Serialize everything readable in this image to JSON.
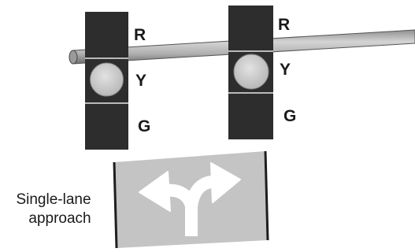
{
  "signals": [
    {
      "name": "left-signal-head",
      "lamps": [
        {
          "letter": "R",
          "lit": false
        },
        {
          "letter": "Y",
          "lit": true
        },
        {
          "letter": "G",
          "lit": false
        }
      ]
    },
    {
      "name": "right-signal-head",
      "lamps": [
        {
          "letter": "R",
          "lit": false
        },
        {
          "letter": "Y",
          "lit": true
        },
        {
          "letter": "G",
          "lit": false
        }
      ]
    }
  ],
  "sign": {
    "caption_line1": "Single-lane",
    "caption_line2": "approach",
    "arrow_icon": "split-left-right-arrow-icon"
  },
  "colors": {
    "housing": "#2d2d2d",
    "lit_lamp": "#cfcfcf",
    "sign_panel": "#c4c4c4",
    "arrow": "#ffffff",
    "pole": "#b9b9b9"
  }
}
